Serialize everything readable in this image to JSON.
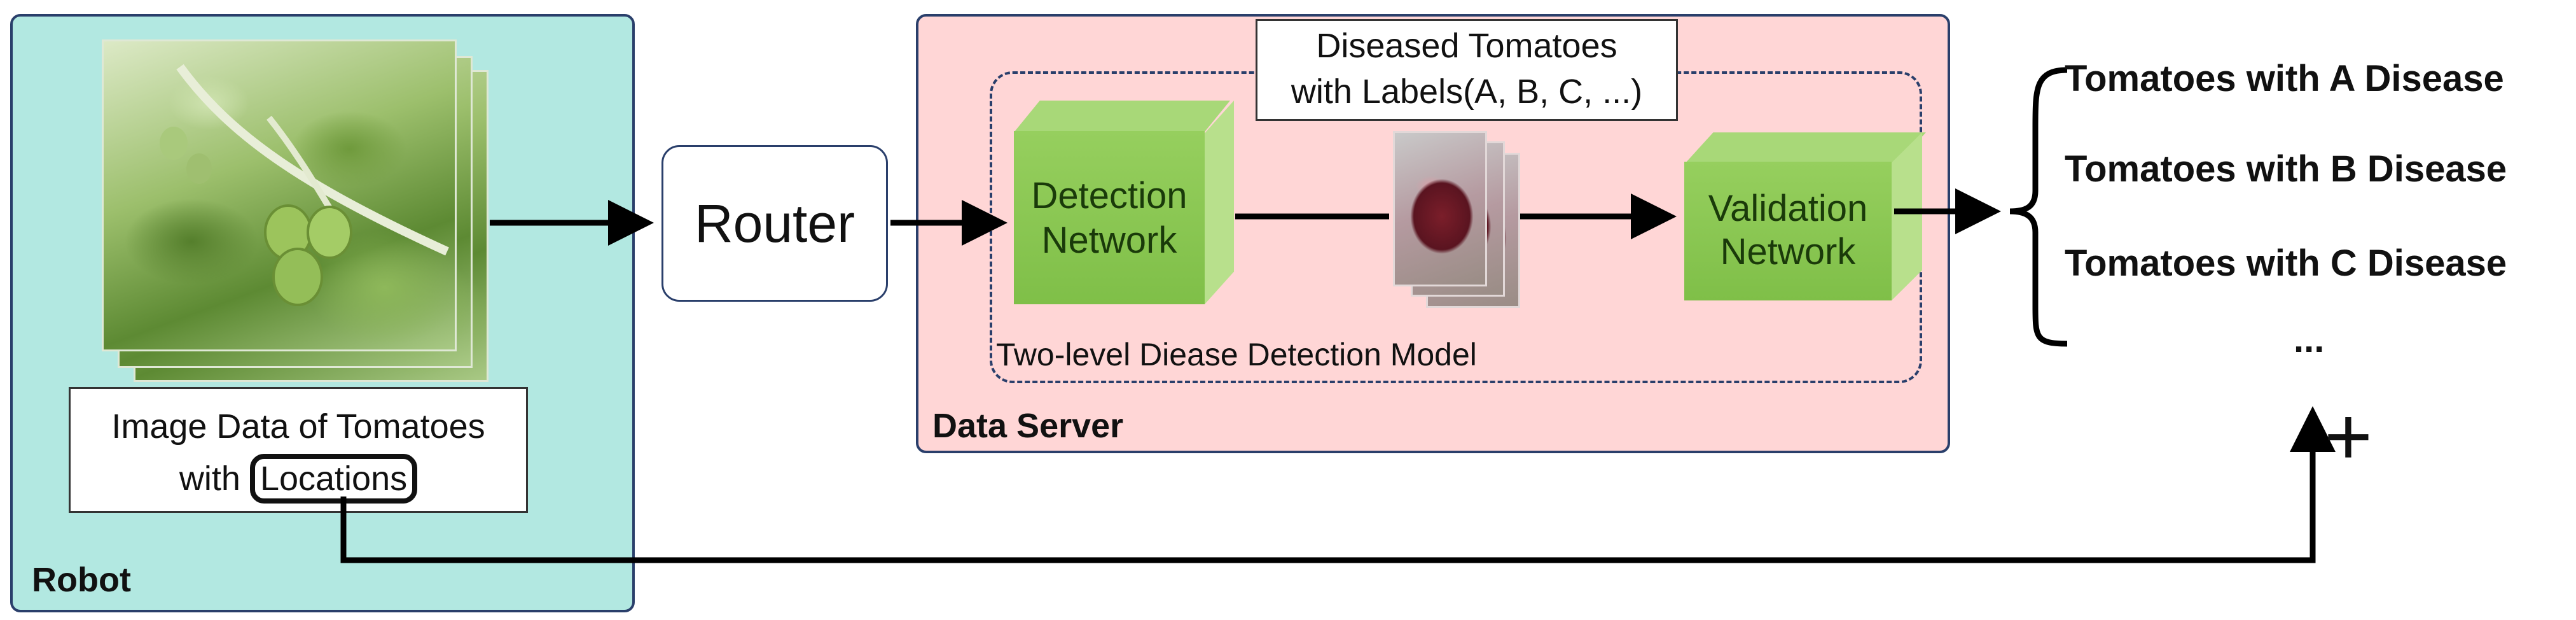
{
  "robot": {
    "label": "Robot"
  },
  "image_caption": {
    "line1": "Image Data of Tomatoes",
    "line2_prefix": "with ",
    "line2_highlight": "Locations"
  },
  "router": {
    "label": "Router"
  },
  "data_server": {
    "label": "Data Server",
    "model_label": "Two-level Diease Detection Model",
    "labels_box": {
      "line1": "Diseased Tomatoes",
      "line2": "with Labels(A, B, C, ...)"
    },
    "detection_network": {
      "line1": "Detection",
      "line2": "Network"
    },
    "validation_network": {
      "line1": "Validation",
      "line2": "Network"
    }
  },
  "outputs": {
    "items": [
      "Tomatoes with A Disease",
      "Tomatoes with B Disease",
      "Tomatoes with C Disease"
    ],
    "more": "..."
  },
  "feedback": {
    "symbol": "+"
  },
  "colors": {
    "robot_bg": "#b2e8e1",
    "server_bg": "#ffd6d6",
    "network_green": "#8ec856",
    "border_navy": "#2a3f6b"
  }
}
